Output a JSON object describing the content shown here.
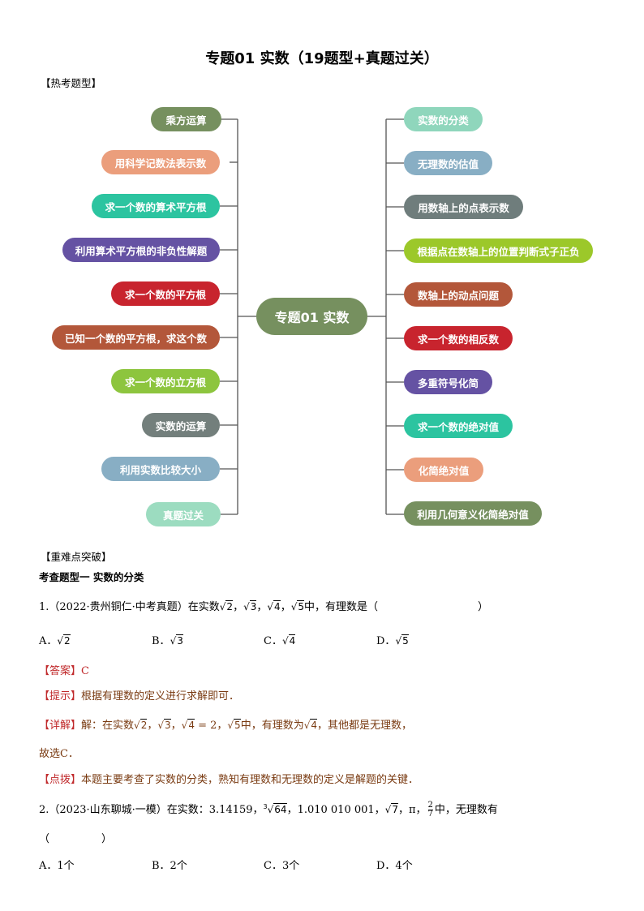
{
  "title": "专题01 实数（19题型+真题过关）",
  "hot_types_label": "【热考题型】",
  "mindmap": {
    "center": "专题01 实数",
    "left_nodes": [
      {
        "label": "乘方运算",
        "color": "#76905f"
      },
      {
        "label": "用科学记数法表示数",
        "color": "#eb9e7c"
      },
      {
        "label": "求一个数的算术平方根",
        "color": "#2cc4a0"
      },
      {
        "label": "利用算术平方根的非负性解题",
        "color": "#6552a3"
      },
      {
        "label": "求一个数的平方根",
        "color": "#c8242e"
      },
      {
        "label": "已知一个数的平方根，求这个数",
        "color": "#b3573a"
      },
      {
        "label": "求一个数的立方根",
        "color": "#8dc53e"
      },
      {
        "label": "实数的运算",
        "color": "#737f7c"
      },
      {
        "label": "利用实数比较大小",
        "color": "#88aec4"
      },
      {
        "label": "真题过关",
        "color": "#9cdcc0"
      }
    ],
    "right_nodes": [
      {
        "label": "实数的分类",
        "color": "#8fd6bc"
      },
      {
        "label": "无理数的估值",
        "color": "#88aec4"
      },
      {
        "label": "用数轴上的点表示数",
        "color": "#6f7d7c"
      },
      {
        "label": "根据点在数轴上的位置判断式子正负",
        "color": "#9cc82a"
      },
      {
        "label": "数轴上的动点问题",
        "color": "#b3573a"
      },
      {
        "label": "求一个数的相反数",
        "color": "#c8242e"
      },
      {
        "label": "多重符号化简",
        "color": "#6552a3"
      },
      {
        "label": "求一个数的绝对值",
        "color": "#2cc4a0"
      },
      {
        "label": "化简绝对值",
        "color": "#eb9e7c"
      },
      {
        "label": "利用几何意义化简绝对值",
        "color": "#76905f"
      }
    ]
  },
  "key_points_label": "【重难点突破】",
  "type1_heading": "考查题型一  实数的分类",
  "q1": {
    "prefix": "1.（2022·贵州铜仁·中考真题）在实数",
    "nums": [
      "2",
      "3",
      "4",
      "5"
    ],
    "suffix": "中，有理数是（",
    "close": "）",
    "options": [
      {
        "letter": "A．",
        "num": "2"
      },
      {
        "letter": "B．",
        "num": "3"
      },
      {
        "letter": "C．",
        "num": "4"
      },
      {
        "letter": "D．",
        "num": "5"
      }
    ],
    "answer_tag": "【答案】",
    "answer": "C",
    "hint_tag": "【提示】",
    "hint": "根据有理数的定义进行求解即可．",
    "detail_tag": "【详解】",
    "detail_a": "解：在实数",
    "detail_eq": "= 2，",
    "detail_b": "中，有理数为",
    "detail_c": "，其他都是无理数，",
    "choose": "故选C．",
    "note_tag": "【点拨】",
    "note": "本题主要考查了实数的分类，熟知有理数和无理数的定义是解题的关键．"
  },
  "q2": {
    "prefix": "2.（2023·山东聊城·一模）在实数：",
    "n1": "3.14159，",
    "cube_index": "3",
    "cube_num": "64",
    "n2": "，1.010 010 001，",
    "sqrt_num": "7",
    "pi": "，π，",
    "frac_num": "2",
    "frac_den": "7",
    "suffix": "中，无理数有",
    "paren_open": "（",
    "paren_close": "）",
    "options": [
      "A．1个",
      "B．2个",
      "C．3个",
      "D．4个"
    ]
  }
}
